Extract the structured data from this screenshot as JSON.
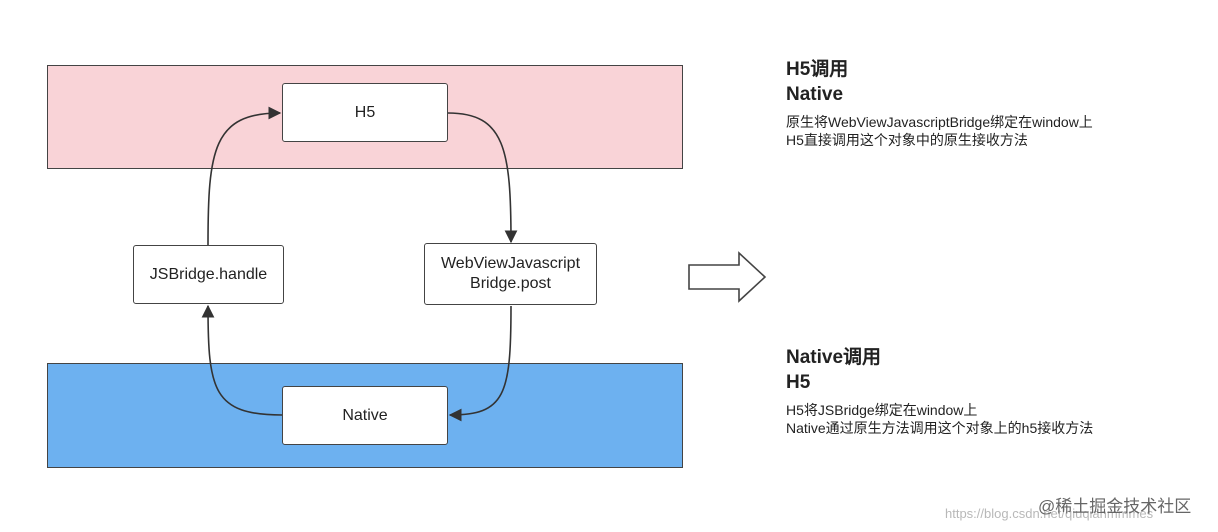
{
  "diagram": {
    "nodes": {
      "h5": "H5",
      "native": "Native",
      "jsbridge_handle": "JSBridge.handle",
      "webview_post_line1": "WebViewJavascript",
      "webview_post_line2": "Bridge.post"
    },
    "colors": {
      "h5_band": "#f9d3d7",
      "native_band": "#6db1f0"
    }
  },
  "panels": {
    "h5_calls_native": {
      "title_line1": "H5调用",
      "title_line2": "Native",
      "line1": "原生将WebViewJavascriptBridge绑定在window上",
      "line2": "H5直接调用这个对象中的原生接收方法"
    },
    "native_calls_h5": {
      "title_line1": "Native调用",
      "title_line2": "H5",
      "line1": "H5将JSBridge绑定在window上",
      "line2": "Native通过原生方法调用这个对象上的h5接收方法"
    }
  },
  "watermark": {
    "brand": "@稀土掘金技术社区",
    "url": "https://blog.csdn.net/qiuqianmmmes"
  }
}
